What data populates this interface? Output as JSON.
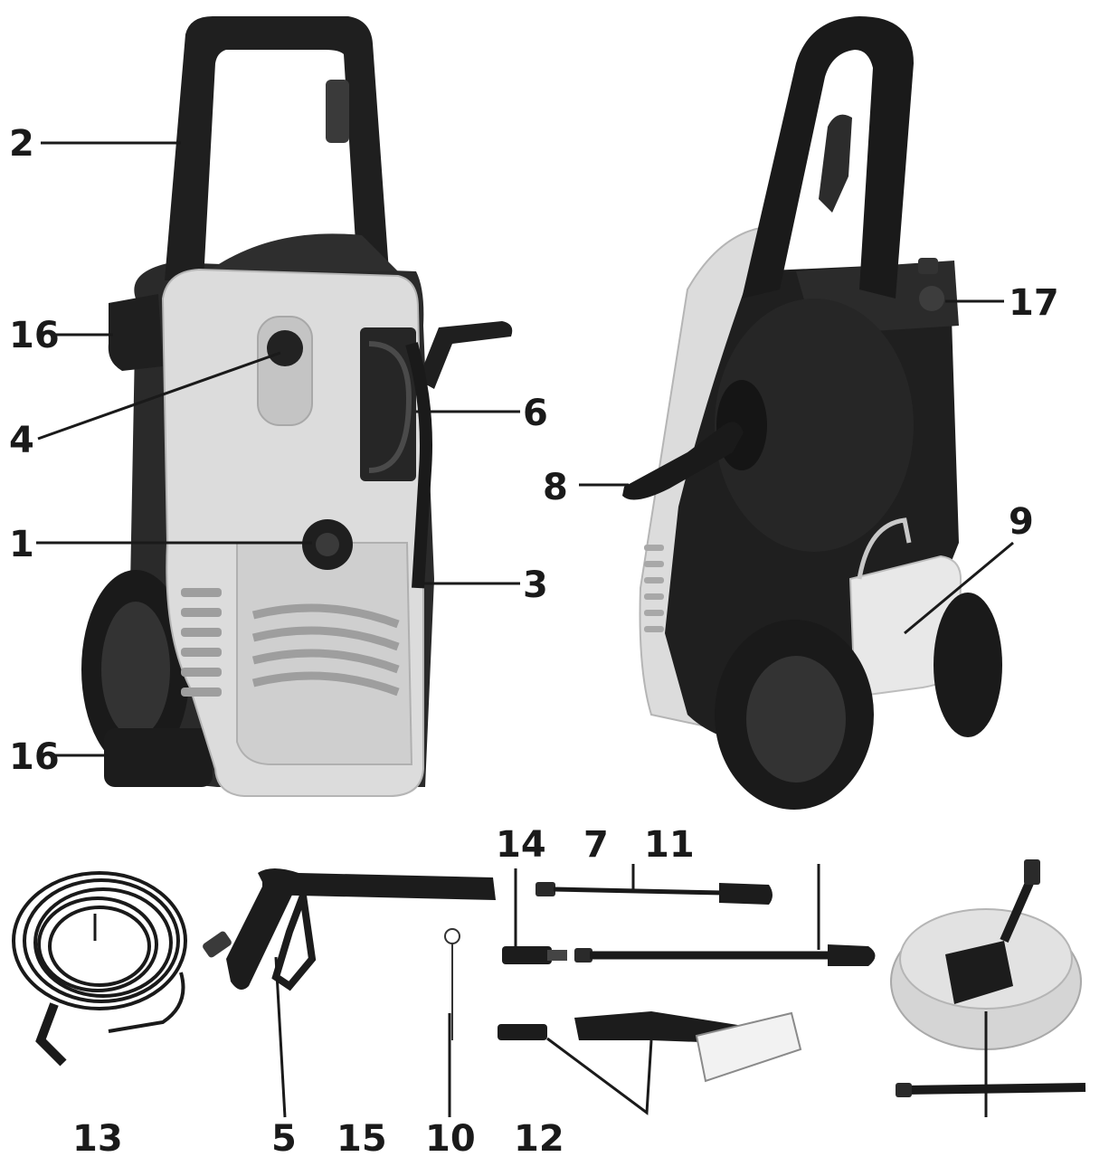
{
  "labels": {
    "l1": "1",
    "l2": "2",
    "l3": "3",
    "l4": "4",
    "l5": "5",
    "l6": "6",
    "l7": "7",
    "l8": "8",
    "l9": "9",
    "l10": "10",
    "l11": "11",
    "l12": "12",
    "l13": "13",
    "l14": "14",
    "l15": "15",
    "l16a": "16",
    "l16b": "16",
    "l17": "17"
  },
  "colors": {
    "body_light": "#dcdcdc",
    "body_shade": "#bdbdbd",
    "plastic_dark": "#1c1c1c",
    "plastic_mid": "#3a3a3a",
    "ink": "#1a1a1a"
  }
}
